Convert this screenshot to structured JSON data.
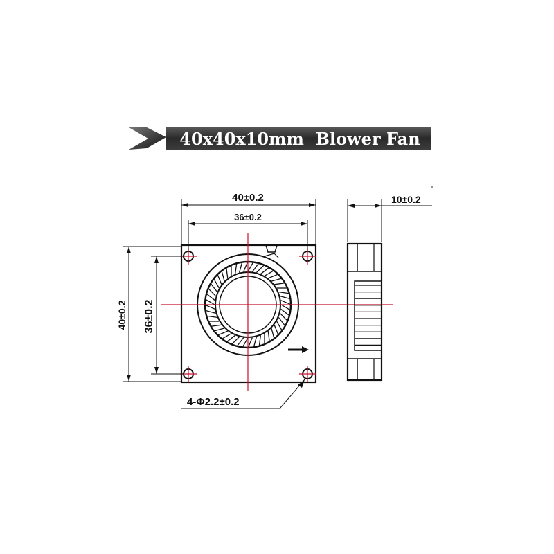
{
  "title": {
    "text": "40x40x10mm  Blower Fan",
    "banner_color": "#3a3a3a",
    "text_color": "#ffffff"
  },
  "dimensions": {
    "overall_width": "40±0.2",
    "hole_spacing_x": "36±0.2",
    "overall_height": "40±0.2",
    "hole_spacing_y": "36±0.2",
    "thickness": "10±0.2",
    "mounting_holes": "4-Φ2.2±0.2"
  },
  "colors": {
    "outline": "#111111",
    "centerline": "#c8102e"
  }
}
